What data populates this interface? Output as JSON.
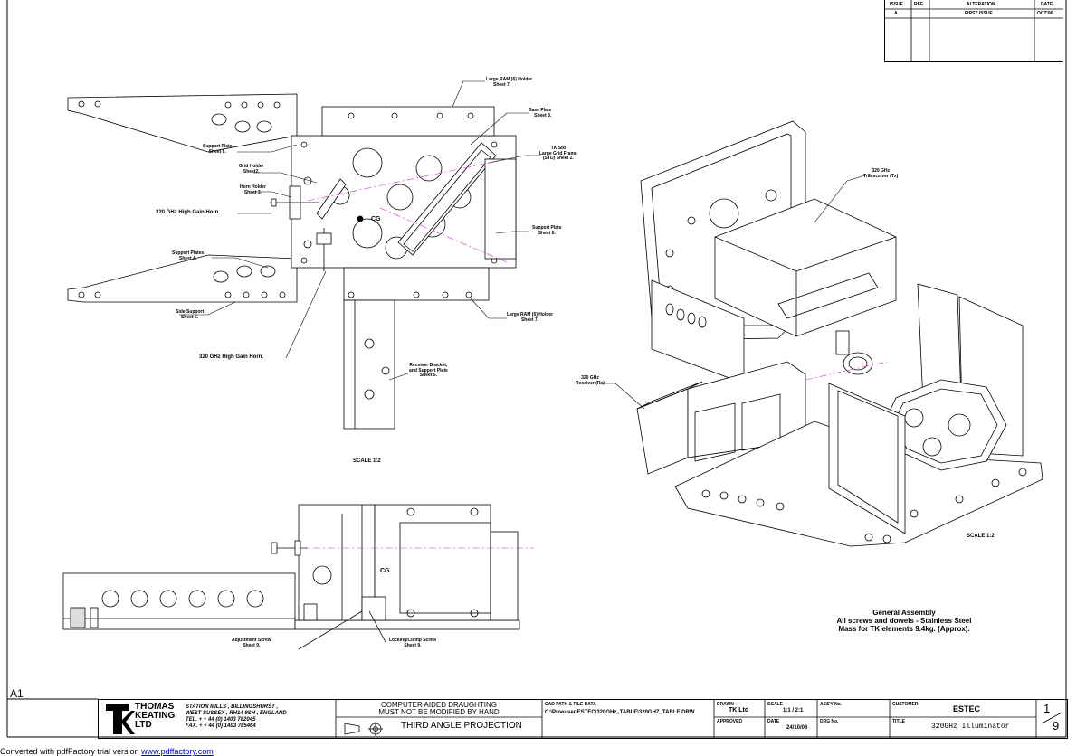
{
  "revision_table": {
    "headers": [
      "ISSUE",
      "REF.",
      "ALTERATION",
      "DATE"
    ],
    "rows": [
      [
        "A",
        "",
        "FIRST ISSUE",
        "OCT'06"
      ]
    ]
  },
  "top_view": {
    "labels": {
      "large_ram_holder_top": [
        "Large RAM (6) Holder",
        "Sheet 7."
      ],
      "base_plate": [
        "Base Plate",
        "Sheet 8."
      ],
      "tk_std_grid_frame": [
        "TK Std",
        "Large Grid Frame",
        "(STD) Sheet 2."
      ],
      "support_plate_left": [
        "Support Plate",
        "Sheet 6."
      ],
      "grid_holder": [
        "Grid Holder",
        "Sheet2."
      ],
      "horn_holder": [
        "Horn Holder",
        "Sheet 3."
      ],
      "high_gain_horn_1": "320 GHz High Gain Horn.",
      "cg": "CG",
      "support_plate_right": [
        "Support Plate",
        "Sheet 6."
      ],
      "support_plates_4": [
        "Support Plates",
        "Sheet 4."
      ],
      "side_support": [
        "Side Support",
        "Sheet 5."
      ],
      "large_ram_holder_bottom": [
        "Large RAM (6) Holder",
        "Sheet 7."
      ],
      "high_gain_horn_2": "320 GHz High Gain Horn.",
      "receiver_bracket": [
        "Receiver Bracket,",
        "and Support Plate",
        "Sheet 5."
      ]
    },
    "scale": "SCALE  1:2"
  },
  "side_view": {
    "labels": {
      "cg": "CG",
      "adjustment_screw": [
        "Adjustment Screw",
        "Sheet 9."
      ],
      "locking_clamp_screw": [
        "Locking/Clamp Screw",
        "Sheet 9."
      ]
    }
  },
  "iso_view": {
    "labels": {
      "transceiver": [
        "320 GHz",
        "Transceiver (Tx)"
      ],
      "receiver": [
        "320 GHz",
        "Receiver (Rx)"
      ]
    },
    "scale": "SCALE  1:2"
  },
  "general_assembly": {
    "title": "General Assembly",
    "line1": "All screws and dowels - Stainless Steel",
    "line2": "Mass for TK elements 9.4kg. (Approx)."
  },
  "sheet_size": "A1",
  "title_block": {
    "company_name": [
      "THOMAS",
      "KEATING",
      "LTD"
    ],
    "address": [
      "STATION MILLS , BILLINGSHURST ,",
      "WEST SUSSEX , RH14 9SH , ENGLAND",
      "TEL. + + 44 (0) 1403 782045",
      "FAX. + + 44 (0) 1403 785464"
    ],
    "cad_notice": [
      "COMPUTER AIDED DRAUGHTING",
      "MUST NOT BE MODIFIED BY HAND"
    ],
    "projection": "THIRD ANGLE PROJECTION",
    "cad_path_label": "CAD PATH & FILE DATA",
    "cad_path": "C:\\Proeuser\\ESTEC\\320GHz_TABLE\\320GHZ_TABLE.DRW",
    "drawn_label": "DRAWN",
    "drawn": "TK Ltd",
    "scale_label": "SCALE",
    "scale": "1:1 / 2:1",
    "assy_no_label": "ASS'Y No.",
    "customer_label": "CUSTOMER",
    "customer": "ESTEC",
    "approved_label": "APPROVED",
    "date_label": "DATE",
    "date": "24/10/06",
    "drg_no_label": "DRG No.",
    "title_label": "TITLE",
    "title": "320GHz Illuminator",
    "sheet_number": "1",
    "sheet_total": "9"
  },
  "footer": {
    "text": "Converted with pdfFactory trial version",
    "link": "www.pdffactory.com"
  }
}
